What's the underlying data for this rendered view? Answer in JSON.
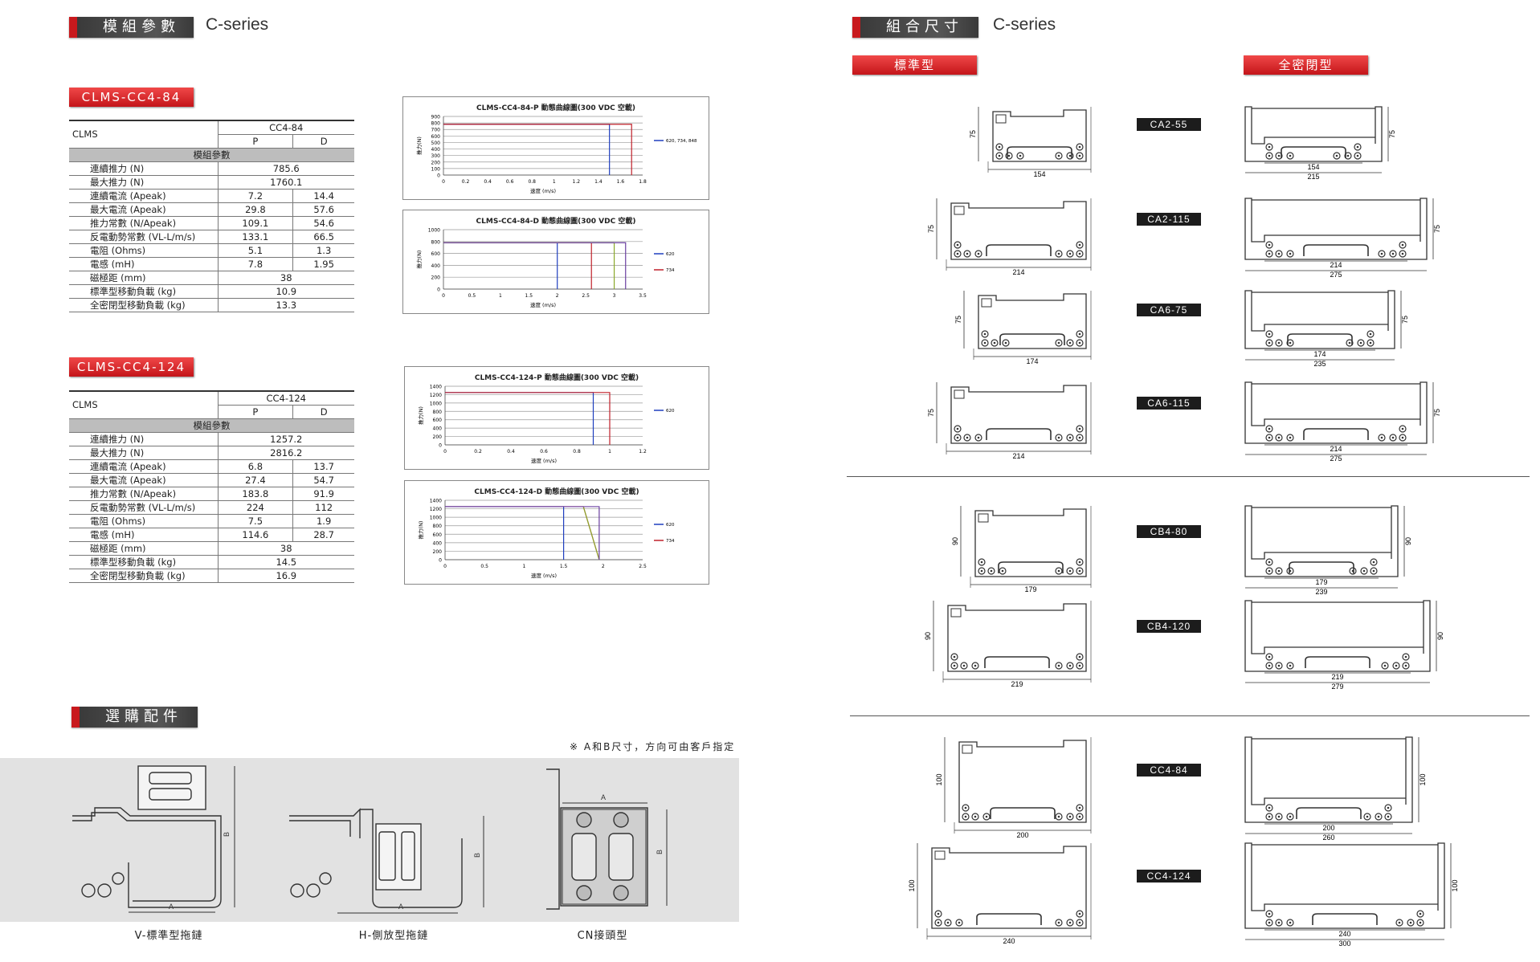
{
  "left": {
    "section_title": "模組參數",
    "series": "C-series",
    "models": [
      {
        "tag": "CLMS-CC4-84",
        "clms": "CLMS",
        "model": "CC4-84",
        "col_p": "P",
        "col_d": "D",
        "section": "模組參數",
        "rows": [
          {
            "label": "連續推力 (N)",
            "span": "785.6"
          },
          {
            "label": "最大推力 (N)",
            "span": "1760.1"
          },
          {
            "label": "連續電流 (Apeak)",
            "p": "7.2",
            "d": "14.4"
          },
          {
            "label": "最大電流 (Apeak)",
            "p": "29.8",
            "d": "57.6"
          },
          {
            "label": "推力常數 (N/Apeak)",
            "p": "109.1",
            "d": "54.6"
          },
          {
            "label": "反電動勢常數 (VL-L/m/s)",
            "p": "133.1",
            "d": "66.5"
          },
          {
            "label": "電阻 (Ohms)",
            "p": "5.1",
            "d": "1.3"
          },
          {
            "label": "電感 (mH)",
            "p": "7.8",
            "d": "1.95"
          },
          {
            "label": "磁極距 (mm)",
            "span": "38"
          },
          {
            "label": "標準型移動負載 (kg)",
            "span": "10.9"
          },
          {
            "label": "全密閉型移動負載 (kg)",
            "span": "13.3"
          }
        ]
      },
      {
        "tag": "CLMS-CC4-124",
        "clms": "CLMS",
        "model": "CC4-124",
        "col_p": "P",
        "col_d": "D",
        "section": "模組參數",
        "rows": [
          {
            "label": "連續推力 (N)",
            "span": "1257.2"
          },
          {
            "label": "最大推力 (N)",
            "span": "2816.2"
          },
          {
            "label": "連續電流 (Apeak)",
            "p": "6.8",
            "d": "13.7"
          },
          {
            "label": "最大電流 (Apeak)",
            "p": "27.4",
            "d": "54.7"
          },
          {
            "label": "推力常數 (N/Apeak)",
            "p": "183.8",
            "d": "91.9"
          },
          {
            "label": "反電動勢常數 (VL-L/m/s)",
            "p": "224",
            "d": "112"
          },
          {
            "label": "電阻 (Ohms)",
            "p": "7.5",
            "d": "1.9"
          },
          {
            "label": "電感 (mH)",
            "p": "114.6",
            "d": "28.7"
          },
          {
            "label": "磁極距 (mm)",
            "span": "38"
          },
          {
            "label": "標準型移動負載 (kg)",
            "span": "14.5"
          },
          {
            "label": "全密閉型移動負載 (kg)",
            "span": "16.9"
          }
        ]
      }
    ],
    "accessories": {
      "title": "選購配件",
      "note": "※ A和B尺寸，方向可由客戶指定",
      "captions": [
        "V-標準型拖鏈",
        "H-側放型拖鏈",
        "CN接頭型"
      ],
      "dim_a": "A",
      "dim_b": "B"
    }
  },
  "chart_data": [
    {
      "type": "line",
      "title": "CLMS-CC4-84-P 動態曲線圖(300 VDC 空載)",
      "xlabel": "速度 (m/s)",
      "ylabel": "推力(N)",
      "x_ticks": [
        "0",
        "0.2",
        "0.4",
        "0.6",
        "0.8",
        "1",
        "1.2",
        "1.4",
        "1.6",
        "1.8"
      ],
      "y_ticks": [
        "0",
        "100",
        "200",
        "300",
        "400",
        "500",
        "600",
        "700",
        "800",
        "900"
      ],
      "xlim": [
        0,
        1.8
      ],
      "ylim": [
        0,
        900
      ],
      "legend": [
        "620, 734, 848"
      ],
      "series": [
        {
          "color": "#1f3fbf",
          "x": [
            0,
            1.5,
            1.5
          ],
          "y": [
            780,
            780,
            0
          ]
        },
        {
          "color": "#c0202a",
          "x": [
            0,
            1.7,
            1.7
          ],
          "y": [
            780,
            780,
            0
          ]
        }
      ]
    },
    {
      "type": "line",
      "title": "CLMS-CC4-84-D 動態曲線圖(300 VDC 空載)",
      "xlabel": "速度 (m/s)",
      "ylabel": "推力(N)",
      "x_ticks": [
        "0",
        "0.5",
        "1",
        "1.5",
        "2",
        "2.5",
        "3",
        "3.5"
      ],
      "y_ticks": [
        "0",
        "200",
        "400",
        "600",
        "800",
        "1000"
      ],
      "xlim": [
        0,
        3.5
      ],
      "ylim": [
        0,
        1000
      ],
      "legend": [
        "620",
        "734"
      ],
      "series": [
        {
          "color": "#1f3fbf",
          "x": [
            0,
            2.0,
            2.0
          ],
          "y": [
            780,
            780,
            0
          ]
        },
        {
          "color": "#c0202a",
          "x": [
            0,
            2.6,
            2.6
          ],
          "y": [
            780,
            780,
            0
          ]
        },
        {
          "color": "#8aa82a",
          "x": [
            0,
            3.0,
            3.0
          ],
          "y": [
            780,
            780,
            0
          ]
        },
        {
          "color": "#6a3fa0",
          "x": [
            0,
            3.2,
            3.2
          ],
          "y": [
            780,
            780,
            0
          ]
        }
      ]
    },
    {
      "type": "line",
      "title": "CLMS-CC4-124-P 動態曲線圖(300 VDC 空載)",
      "xlabel": "速度 (m/s)",
      "ylabel": "推力(N)",
      "x_ticks": [
        "0",
        "0.2",
        "0.4",
        "0.6",
        "0.8",
        "1",
        "1.2"
      ],
      "y_ticks": [
        "0",
        "200",
        "400",
        "600",
        "800",
        "1000",
        "1200",
        "1400"
      ],
      "xlim": [
        0,
        1.2
      ],
      "ylim": [
        0,
        1400
      ],
      "legend": [
        "620"
      ],
      "series": [
        {
          "color": "#1f3fbf",
          "x": [
            0,
            0.9,
            0.9
          ],
          "y": [
            1250,
            1250,
            0
          ]
        },
        {
          "color": "#c0202a",
          "x": [
            0,
            1.0,
            1.0
          ],
          "y": [
            1250,
            1250,
            0
          ]
        }
      ]
    },
    {
      "type": "line",
      "title": "CLMS-CC4-124-D 動態曲線圖(300 VDC 空載)",
      "xlabel": "速度 (m/s)",
      "ylabel": "推力(N)",
      "x_ticks": [
        "0",
        "0.5",
        "1",
        "1.5",
        "2",
        "2.5"
      ],
      "y_ticks": [
        "0",
        "200",
        "400",
        "600",
        "800",
        "1000",
        "1200",
        "1400"
      ],
      "xlim": [
        0,
        2.5
      ],
      "ylim": [
        0,
        1400
      ],
      "legend": [
        "620",
        "734"
      ],
      "series": [
        {
          "color": "#1f3fbf",
          "x": [
            0,
            1.5,
            1.5
          ],
          "y": [
            1250,
            1250,
            0
          ]
        },
        {
          "color": "#c0202a",
          "x": [
            0,
            1.75,
            1.95
          ],
          "y": [
            1250,
            1250,
            0
          ]
        },
        {
          "color": "#8aa82a",
          "x": [
            1.75,
            1.95
          ],
          "y": [
            1250,
            0
          ]
        },
        {
          "color": "#6a3fa0",
          "x": [
            0,
            1.95,
            1.95
          ],
          "y": [
            1250,
            1250,
            0
          ]
        }
      ]
    }
  ],
  "right": {
    "section_title": "組合尺寸",
    "series": "C-series",
    "std_label": "標準型",
    "sealed_label": "全密閉型",
    "rows": [
      {
        "code": "CA2-55",
        "h": "75",
        "std_w": "154",
        "seal_in": "154",
        "seal_out": "215"
      },
      {
        "code": "CA2-115",
        "h": "75",
        "std_w": "214",
        "seal_in": "214",
        "seal_out": "275"
      },
      {
        "code": "CA6-75",
        "h": "75",
        "std_w": "174",
        "seal_in": "174",
        "seal_out": "235"
      },
      {
        "code": "CA6-115",
        "h": "75",
        "std_w": "214",
        "seal_in": "214",
        "seal_out": "275"
      },
      {
        "code": "CB4-80",
        "h": "90",
        "std_w": "179",
        "seal_in": "179",
        "seal_out": "239"
      },
      {
        "code": "CB4-120",
        "h": "90",
        "std_w": "219",
        "seal_in": "219",
        "seal_out": "279"
      },
      {
        "code": "CC4-84",
        "h": "100",
        "std_w": "200",
        "seal_in": "200",
        "seal_out": "260"
      },
      {
        "code": "CC4-124",
        "h": "100",
        "std_w": "240",
        "seal_in": "240",
        "seal_out": "300"
      }
    ]
  }
}
